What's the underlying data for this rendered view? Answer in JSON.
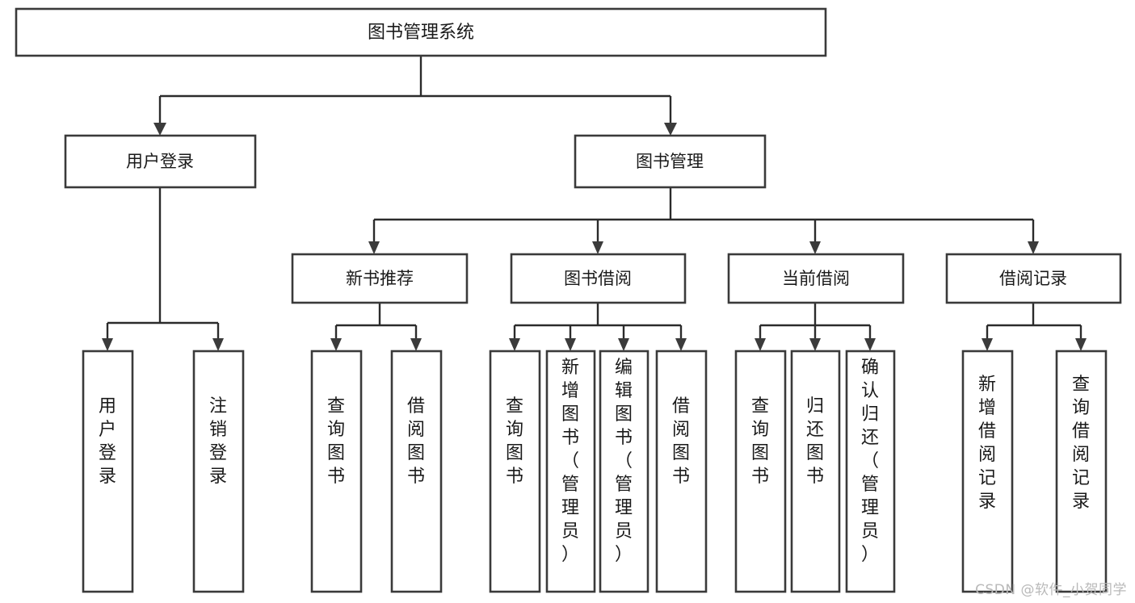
{
  "diagram": {
    "type": "tree-hierarchy-chart",
    "title": "图书管理系统",
    "watermark": "CSDN @软件_小贺同学",
    "colors": {
      "box_fill": "#ffffff",
      "box_stroke": "#3a3a3a",
      "connector": "#2b2b2b",
      "text": "#1a1a1a",
      "watermark": "#b9b9b9",
      "background": "#ffffff"
    },
    "levels": {
      "root": {
        "label": "图书管理系统"
      },
      "level2": [
        {
          "id": "user-login",
          "label": "用户登录"
        },
        {
          "id": "book-manage",
          "label": "图书管理"
        }
      ],
      "level3": [
        {
          "id": "new-book-recommend",
          "label": "新书推荐",
          "parent": "book-manage"
        },
        {
          "id": "book-borrow",
          "label": "图书借阅",
          "parent": "book-manage"
        },
        {
          "id": "current-borrow",
          "label": "当前借阅",
          "parent": "book-manage"
        },
        {
          "id": "borrow-record",
          "label": "借阅记录",
          "parent": "book-manage"
        }
      ],
      "leaves": [
        {
          "id": "leaf-user-login",
          "label": "用户登录",
          "parent": "user-login"
        },
        {
          "id": "leaf-logout",
          "label": "注销登录",
          "parent": "user-login"
        },
        {
          "id": "leaf-query-book-1",
          "label": "查询图书",
          "parent": "new-book-recommend"
        },
        {
          "id": "leaf-borrow-book-1",
          "label": "借阅图书",
          "parent": "new-book-recommend"
        },
        {
          "id": "leaf-query-book-2",
          "label": "查询图书",
          "parent": "book-borrow"
        },
        {
          "id": "leaf-add-book",
          "label": "新增图书（管理员）",
          "parent": "book-borrow"
        },
        {
          "id": "leaf-edit-book",
          "label": "编辑图书（管理员）",
          "parent": "book-borrow"
        },
        {
          "id": "leaf-borrow-book-2",
          "label": "借阅图书",
          "parent": "book-borrow"
        },
        {
          "id": "leaf-query-book-3",
          "label": "查询图书",
          "parent": "current-borrow"
        },
        {
          "id": "leaf-return-book",
          "label": "归还图书",
          "parent": "current-borrow"
        },
        {
          "id": "leaf-confirm-return",
          "label": "确认归还（管理员）",
          "parent": "current-borrow"
        },
        {
          "id": "leaf-add-record",
          "label": "新增借阅记录",
          "parent": "borrow-record"
        },
        {
          "id": "leaf-query-record",
          "label": "查询借阅记录",
          "parent": "borrow-record"
        }
      ]
    }
  }
}
